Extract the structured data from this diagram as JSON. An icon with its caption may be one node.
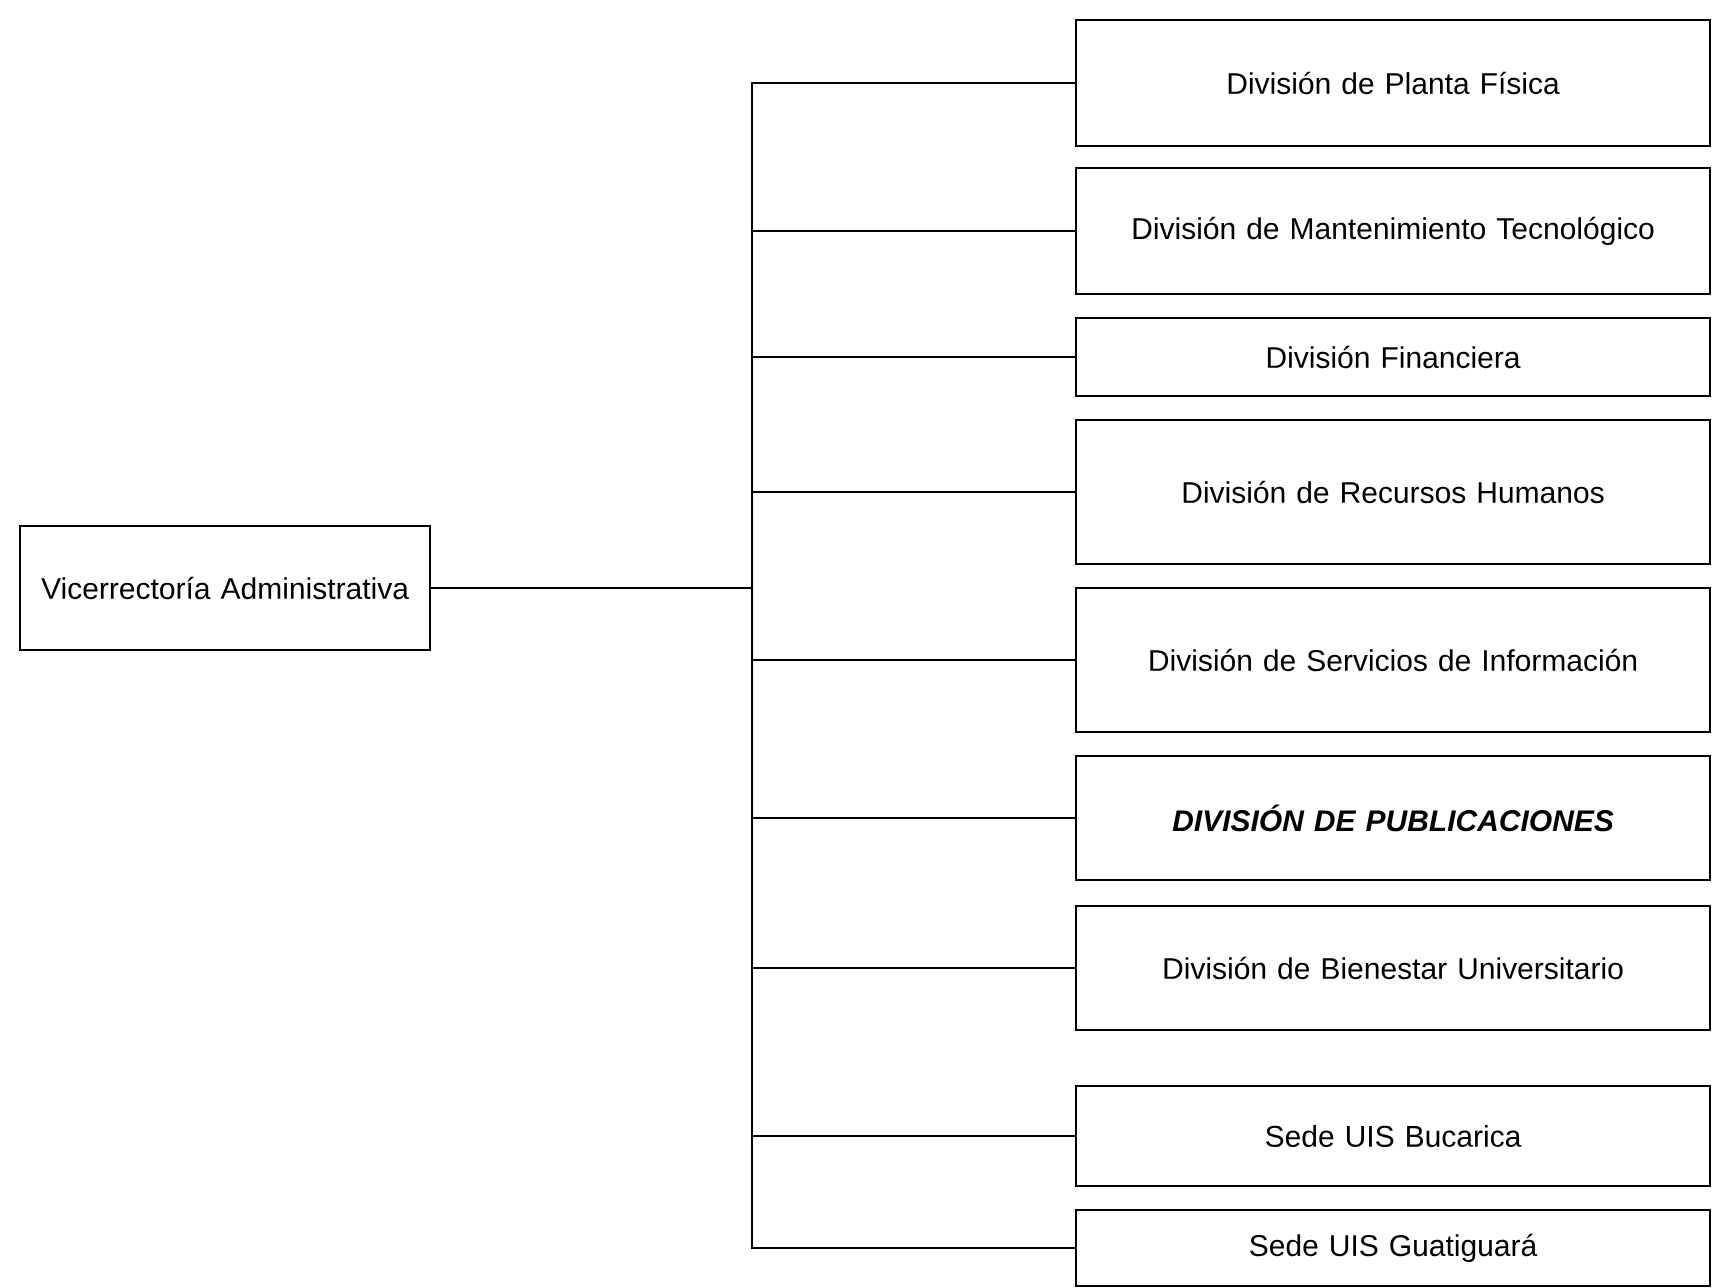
{
  "diagram": {
    "nodes": [
      {
        "text": [
          "Vicerrectoría Administrativa"
        ]
      },
      {
        "text": [
          "División de Planta Física"
        ]
      },
      {
        "text": [
          "División de Mantenimiento Tecnológico"
        ]
      },
      {
        "text": [
          "División Financiera"
        ]
      },
      {
        "text": [
          "División de Recursos Humanos"
        ]
      },
      {
        "text": [
          "División de Servicios de Información"
        ]
      },
      {
        "text": [
          "DIVISIÓN DE PUBLICACIONES"
        ]
      },
      {
        "text": [
          "División de Bienestar Universitario"
        ]
      },
      {
        "text": [
          "Sede UIS Bucarica"
        ]
      },
      {
        "text": [
          "Sede UIS Guatiguará"
        ]
      }
    ],
    "edges": [
      {
        "from": 0,
        "to": 1,
        "arrow": "none"
      },
      {
        "from": 0,
        "to": 2,
        "arrow": "none"
      },
      {
        "from": 0,
        "to": 3,
        "arrow": "none"
      },
      {
        "from": 0,
        "to": 4,
        "arrow": "none"
      },
      {
        "from": 0,
        "to": 5,
        "arrow": "none"
      },
      {
        "from": 0,
        "to": 6,
        "arrow": "none"
      },
      {
        "from": 0,
        "to": 7,
        "arrow": "none"
      },
      {
        "from": 0,
        "to": 8,
        "arrow": "none"
      },
      {
        "from": 0,
        "to": 9,
        "arrow": "none"
      }
    ]
  }
}
